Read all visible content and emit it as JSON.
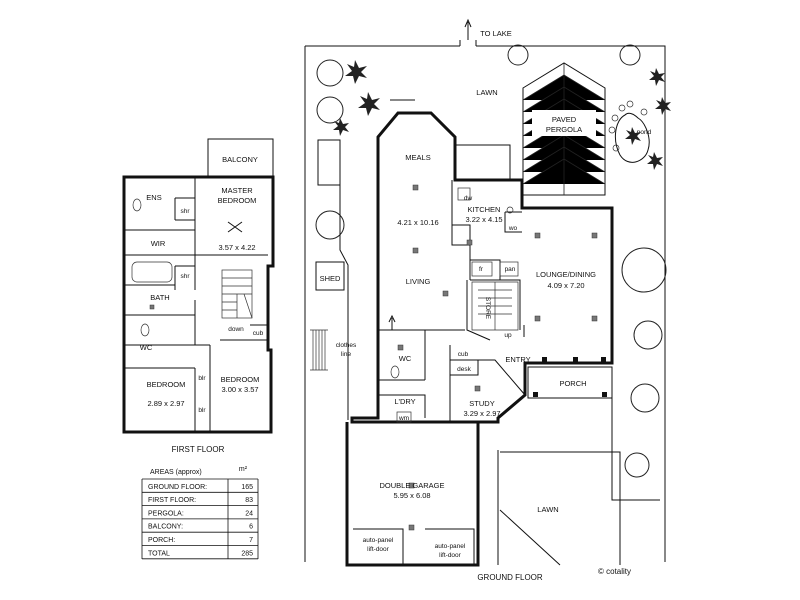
{
  "first_floor": {
    "title": "FIRST FLOOR",
    "rooms": {
      "balcony": "BALCONY",
      "ens": "ENS",
      "shr_top": "shr",
      "master_name": "MASTER",
      "master_name2": "BEDROOM",
      "master_dim": "3.57 x 4.22",
      "wir": "WIR",
      "shr_bottom": "shr",
      "bath": "BATH",
      "down": "down",
      "cub": "cub",
      "wc": "WC",
      "bedroom2": "BEDROOM",
      "bedroom2_dim": "2.89 x 2.97",
      "blr1": "blr",
      "blr2": "blr",
      "bedroom3": "BEDROOM",
      "bedroom3_dim": "3.00 x 3.57"
    }
  },
  "ground_floor": {
    "title": "GROUND FLOOR",
    "to_lake": "TO LAKE",
    "lawn_top": "LAWN",
    "lawn_bottom": "LAWN",
    "paved_pergola": "PAVED",
    "paved_pergola2": "PERGOLA",
    "pond": "pond",
    "shed": "SHED",
    "clothes_line": "clothes",
    "clothes_line2": "line",
    "meals": "MEALS",
    "living_dim": "4.21 x 10.16",
    "living": "LIVING",
    "dw": "dw",
    "kitchen": "KITCHEN",
    "kitchen_dim": "3.22 x 4.15",
    "wo": "wo",
    "fr": "fr",
    "pan": "pan",
    "store": "STORE",
    "up": "up",
    "lounge": "LOUNGE/DINING",
    "lounge_dim": "4.09 x 7.20",
    "entry": "ENTRY",
    "porch": "PORCH",
    "wc": "WC",
    "cub": "cub",
    "desk": "desk",
    "study": "STUDY",
    "study_dim": "3.29 x 2.97",
    "ldry": "L'DRY",
    "wm": "wm",
    "garage": "DOUBLE GARAGE",
    "garage_dim": "5.95 x 6.08",
    "door1": "auto-panel",
    "door1b": "lift-door",
    "door2": "auto-panel",
    "door2b": "lift-door"
  },
  "areas_table": {
    "header": "AREAS (approx)",
    "unit": "m²",
    "rows": [
      {
        "label": "GROUND FLOOR:",
        "value": "165"
      },
      {
        "label": "FIRST FLOOR:",
        "value": "83"
      },
      {
        "label": "PERGOLA:",
        "value": "24"
      },
      {
        "label": "BALCONY:",
        "value": "6"
      },
      {
        "label": "PORCH:",
        "value": "7"
      },
      {
        "label": "TOTAL",
        "value": "285"
      }
    ]
  },
  "watermark": "© cotality"
}
